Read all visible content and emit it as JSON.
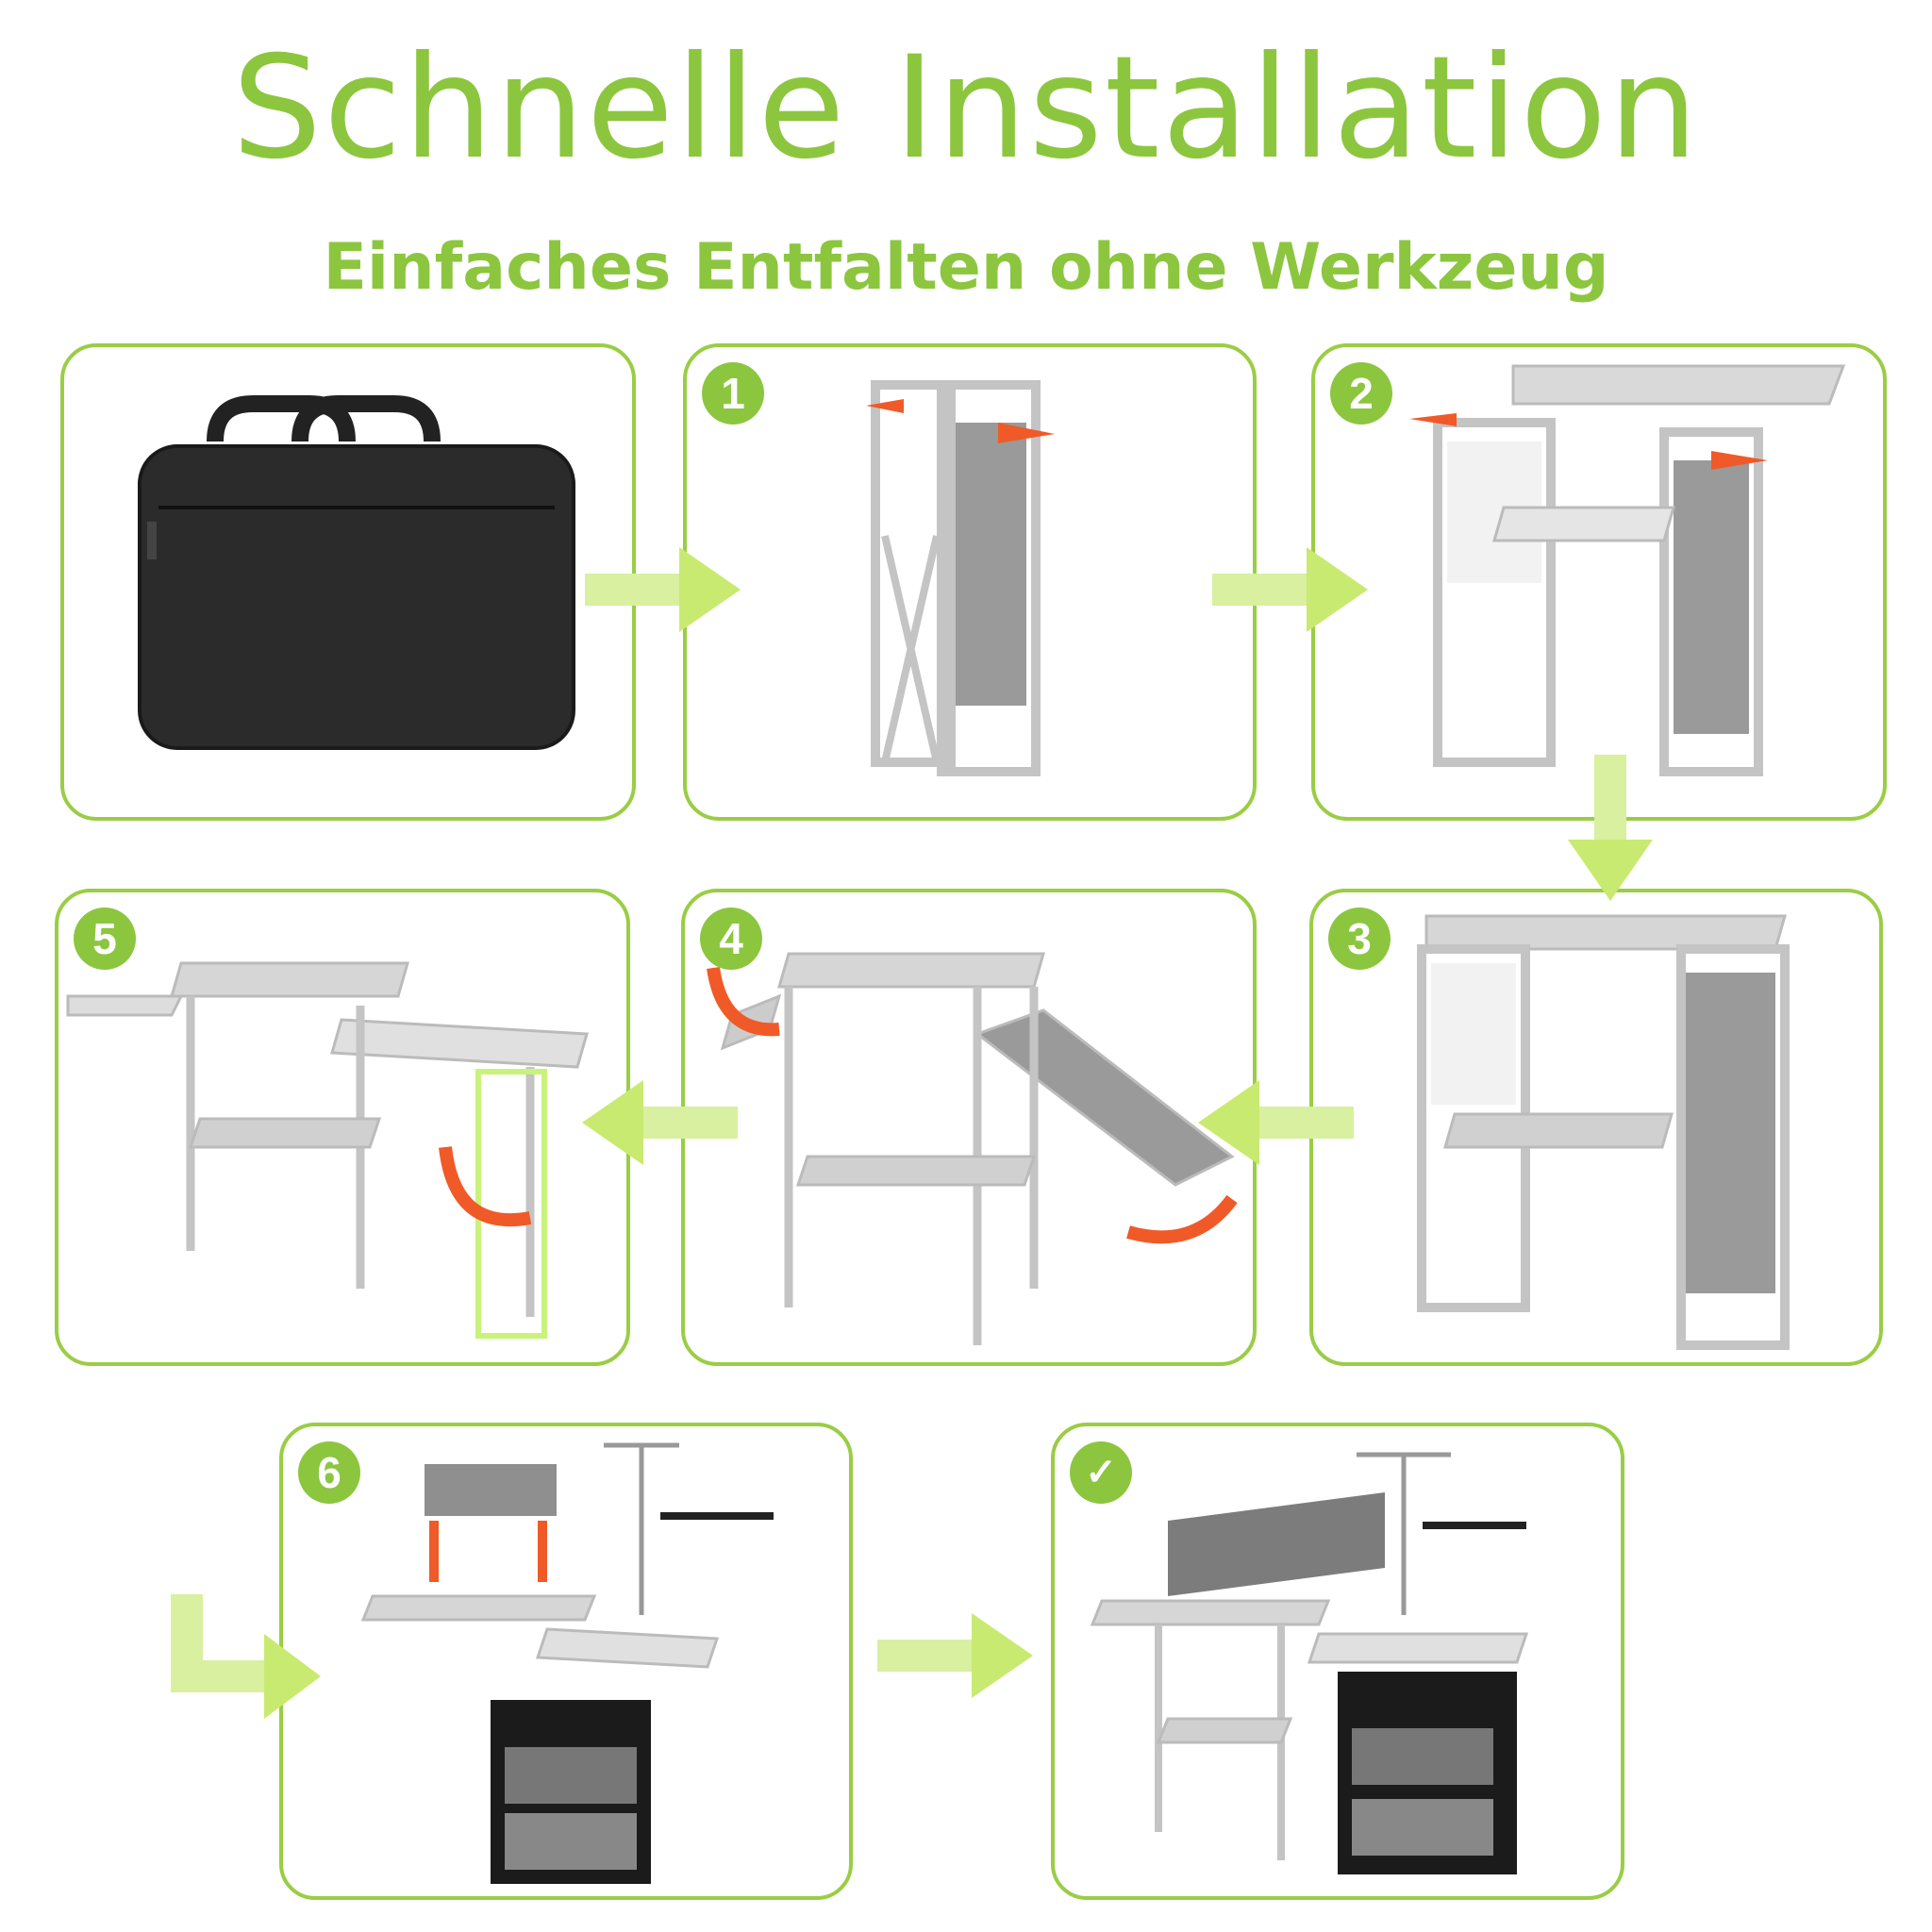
{
  "header": {
    "title": "Schnelle Installation",
    "subtitle": "Einfaches Entfalten ohne Werkzeug"
  },
  "steps": [
    {
      "badge": "1"
    },
    {
      "badge": "2"
    },
    {
      "badge": "3"
    },
    {
      "badge": "4"
    },
    {
      "badge": "5"
    },
    {
      "badge": "6"
    }
  ],
  "final": {
    "icon": "checkmark-icon"
  },
  "colors": {
    "accent": "#8cc63f",
    "frame": "#c4c4c4",
    "panel_fill": "#9a9a9a",
    "bag": "#2a2a2a",
    "motion_arrow": "#f05a28"
  }
}
